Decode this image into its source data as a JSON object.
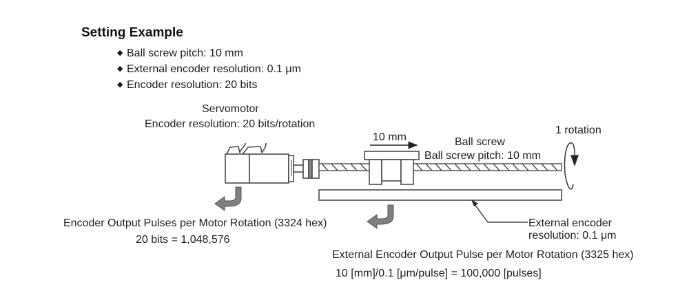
{
  "heading": "Setting Example",
  "bullets": [
    "Ball screw pitch: 10 mm",
    "External encoder resolution: 0.1 μm",
    "Encoder resolution: 20 bits"
  ],
  "bullet_glyph": "◆",
  "servomotor": {
    "title": "Servomotor",
    "resolution": "Encoder resolution: 20 bits/rotation"
  },
  "travel_label": "10 mm",
  "ball_screw": {
    "title": "Ball screw",
    "pitch": "Ball screw pitch: 10 mm"
  },
  "rotation_label": "1 rotation",
  "external_encoder": {
    "line1": "External encoder",
    "line2": "resolution: 0.1 μm"
  },
  "encoder_output": {
    "title": "Encoder Output Pulses per Motor Rotation (3324 hex)",
    "formula": "20 bits = 1,048,576"
  },
  "external_output": {
    "title": "External Encoder Output Pulse per Motor Rotation (3325 hex)",
    "formula": "10 [mm]/0.1 [μm/pulse] = 100,000 [pulses]"
  },
  "colors": {
    "line": "#4a4a4a",
    "arrow_fill": "#7a7a7a",
    "text": "#1a1a1a"
  }
}
